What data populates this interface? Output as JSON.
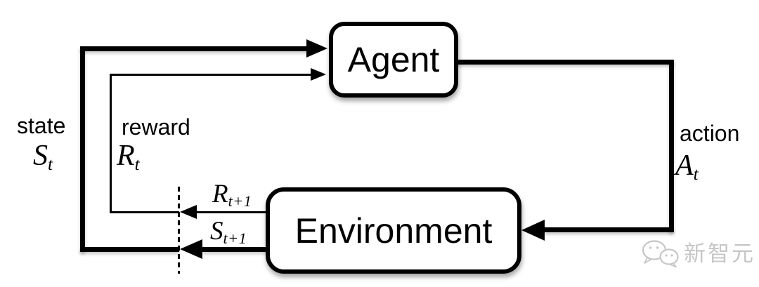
{
  "diagram": {
    "agent": {
      "label": "Agent"
    },
    "environment": {
      "label": "Environment"
    },
    "state": {
      "word": "state",
      "symbol": "S",
      "sub": "t"
    },
    "reward": {
      "word": "reward",
      "symbol": "R",
      "sub": "t"
    },
    "action": {
      "word": "action",
      "symbol": "A",
      "sub": "t"
    },
    "next_reward": {
      "symbol": "R",
      "sub": "t+1"
    },
    "next_state": {
      "symbol": "S",
      "sub": "t+1"
    },
    "colors": {
      "stroke": "#000000",
      "background": "#ffffff",
      "watermark": "#c6c6c6"
    }
  },
  "watermark": {
    "icon": "wechat-logo-icon",
    "text": "新智元"
  }
}
